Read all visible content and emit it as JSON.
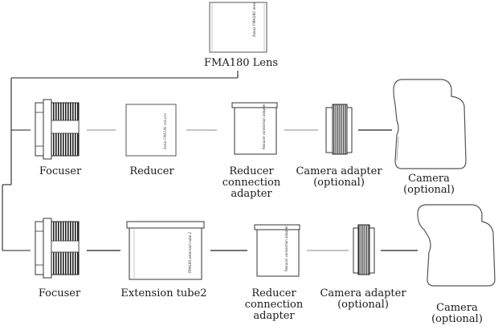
{
  "top_lens": {
    "label": "FMA180 Lens",
    "side_text": "Askar FMA180 lens"
  },
  "row1": {
    "focuser": {
      "label": "Focuser"
    },
    "reducer": {
      "label": "Reducer",
      "side_text": "Askar FMA180 reducer"
    },
    "reducer_adapter": {
      "label_lines": [
        "Reducer",
        "connection",
        "adapter"
      ],
      "side_text": "Reducer connection adapter"
    },
    "camera_adapter": {
      "label_lines": [
        "Camera adapter",
        "(optional)"
      ]
    },
    "camera": {
      "label_lines": [
        "Camera",
        "(optional)"
      ]
    }
  },
  "row2": {
    "focuser": {
      "label": "Focuser"
    },
    "extension_tube": {
      "label": "Extension tube2",
      "side_text": "FMA180 extension tube 2"
    },
    "reducer_adapter": {
      "label_lines": [
        "Reducer",
        "connection",
        "adapter"
      ],
      "side_text": "Reducer connection adapter"
    },
    "camera_adapter": {
      "label_lines": [
        "Camera adapter",
        "(optional)"
      ]
    },
    "camera": {
      "label_lines": [
        "Camera",
        "(optional)"
      ]
    }
  }
}
